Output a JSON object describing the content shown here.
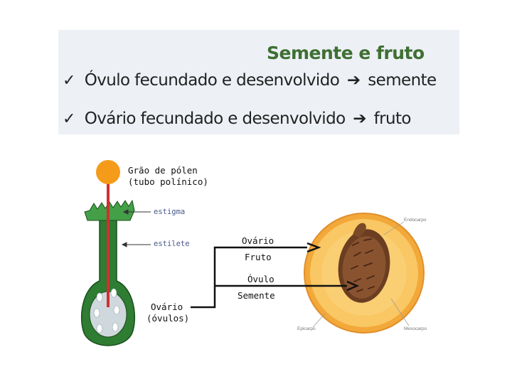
{
  "header": {
    "title": "Semente e fruto",
    "bullets": [
      {
        "check": "✓",
        "before": "Óvulo fecundado e desenvolvido",
        "arrow": "➔",
        "after": "semente"
      },
      {
        "check": "✓",
        "before": "Ovário fecundado e desenvolvido",
        "arrow": "➔",
        "after": "fruto"
      }
    ]
  },
  "pistil_labels": {
    "pollen_line1": "Grão de pólen",
    "pollen_line2": "(tubo polínico)",
    "stigma": "estigma",
    "style": "estilete",
    "ovary_line1": "Ovário",
    "ovary_line2": "(óvulos)"
  },
  "transformation": {
    "ovary": "Ovário",
    "fruit": "Fruto",
    "ovule": "Óvulo",
    "seed": "Semente"
  },
  "fruit_labels": {
    "endocarp": "Endocarpo",
    "epicarp": "Epicarpo",
    "mesocarp": "Mesocarpo"
  },
  "colors": {
    "title_green": "#3f6f33",
    "pistil_green": "#2e7d32",
    "pollen_orange": "#f59b1a",
    "pollen_tube_red": "#d32f2f",
    "peach_flesh": "#f6b84a",
    "pit_brown": "#6b3e22"
  }
}
